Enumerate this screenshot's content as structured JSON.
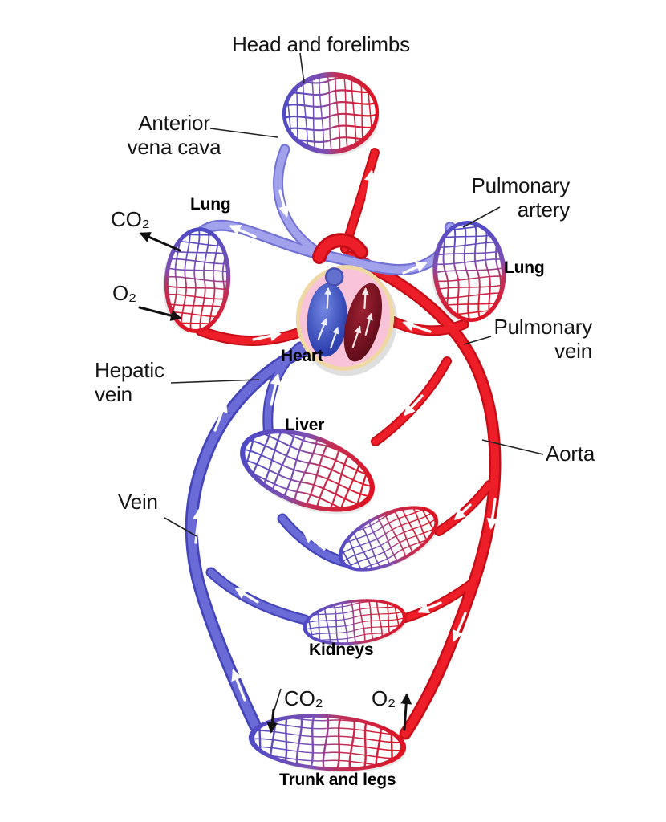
{
  "diagram": {
    "labels": {
      "head": "Head and forelimbs",
      "anterior_vena_cava": "Anterior vena cava",
      "co2_upper": "CO₂",
      "lung_left": "Lung",
      "o2_upper": "O₂",
      "pulmonary_artery": "Pulmonary artery",
      "lung_right": "Lung",
      "pulmonary_vein": "Pulmonary vein",
      "heart": "Heart",
      "hepatic_vein": "Hepatic vein",
      "liver": "Liver",
      "aorta": "Aorta",
      "vein": "Vein",
      "kidneys": "Kidneys",
      "co2_lower": "CO₂",
      "o2_lower": "O₂",
      "trunk_and_legs": "Trunk and legs"
    },
    "colors": {
      "artery_red": "#e6101b",
      "artery_red_edge": "#c40d17",
      "vein_blue": "#6b6bd8",
      "vein_blue_edge": "#4545ba",
      "pulmonary_lilac": "#a2a2ec",
      "pulmonary_lilac_edge": "#7272d4",
      "capillary_blue": "#4a4ac6",
      "capillary_red": "#e2101c",
      "heart_wall_pink": "#f9c4da",
      "heart_outline_cream": "#f0d8a4",
      "heart_chamber_blue": "#2f42b4",
      "heart_chamber_maroon": "#5e0c18",
      "label_text": "#141414"
    }
  }
}
